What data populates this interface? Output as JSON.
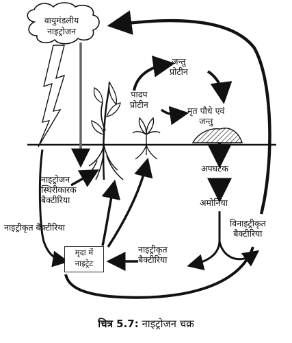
{
  "labels": {
    "atmospheric_nitrogen": [
      "वायुमंडलीय",
      "नाइट्रोजन"
    ],
    "animal_protein": [
      "जन्तु",
      "प्रोटीन"
    ],
    "plant_protein": [
      "पादप",
      "प्रोटीन"
    ],
    "dead_plants_animals": [
      "मृत पौधे एवं",
      "जन्तु"
    ],
    "decomposers": "अपघटक",
    "ammonia": "अमोनिया",
    "nitrogen_fixing_bacteria": [
      "नाइट्रोजन",
      "स्थिरीकारक",
      "बैक्टीरिया"
    ],
    "nitrifying_bacteria_left": "नाइट्रीकृत बैक्टीरिया",
    "denitrifying_bacteria": [
      "विनाइट्रीकृत",
      "बैक्टीरिया"
    ],
    "nitrifying_bacteria_center": [
      "नाइट्रीकृत",
      "बैक्टीरिया"
    ],
    "soil_nitrates": [
      "मृदा में",
      "नाइट्रेट"
    ]
  },
  "caption": {
    "prefix": "चित्र 5.7:",
    "title": "नाइट्रोजन चक्र"
  }
}
